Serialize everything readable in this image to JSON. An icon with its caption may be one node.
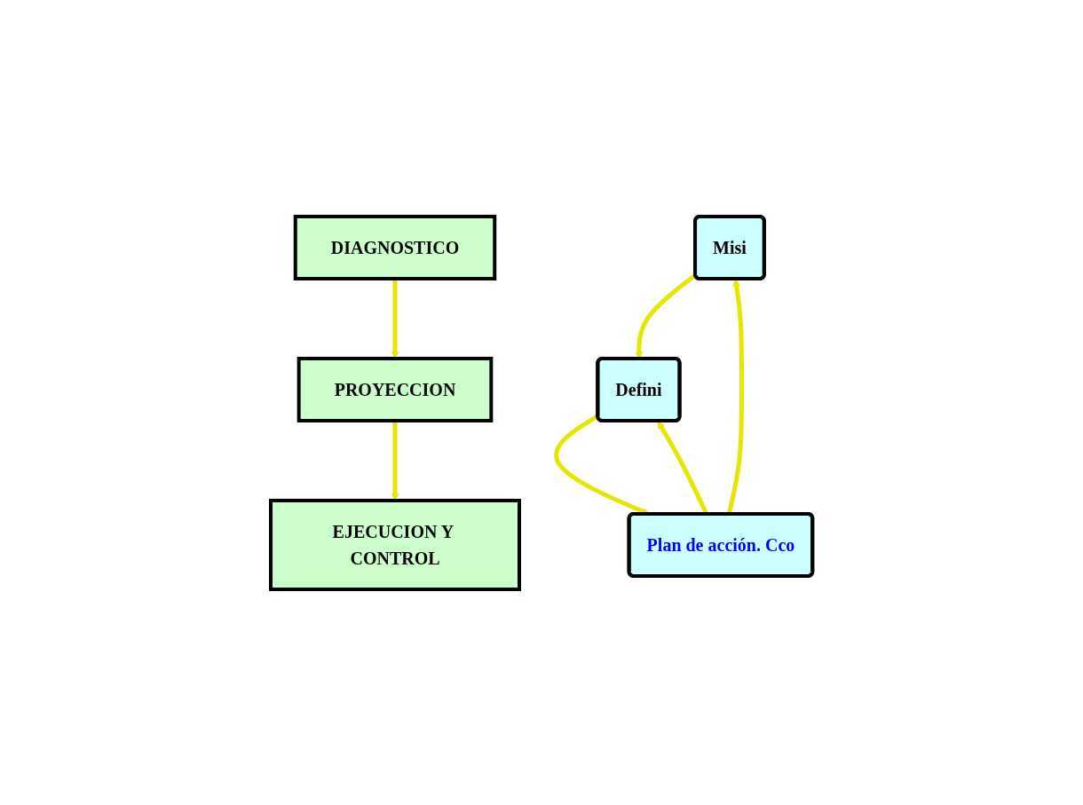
{
  "diagram": {
    "nodes": [
      {
        "text": [
          "DIAGNOSTICO"
        ]
      },
      {
        "text": [
          "Misi"
        ]
      },
      {
        "text": [
          "PROYECCION"
        ]
      },
      {
        "text": [
          "Defini"
        ]
      },
      {
        "text": [
          "EJECUCION Y CONTROL"
        ]
      },
      {
        "text": [
          "Plan de acción. Cco"
        ]
      }
    ],
    "edges": [
      {
        "from": 0,
        "to": 2,
        "arrow": "to"
      },
      {
        "from": 2,
        "to": 4,
        "arrow": "to"
      },
      {
        "from": 1,
        "to": 3,
        "arrow": "to"
      },
      {
        "from": 3,
        "to": 5,
        "arrow": "to"
      },
      {
        "from": 5,
        "to": 1,
        "arrow": "to"
      },
      {
        "from": 5,
        "to": 3,
        "arrow": "to"
      }
    ]
  }
}
